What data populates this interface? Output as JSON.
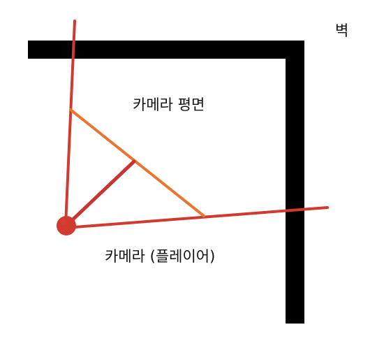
{
  "labels": {
    "wall": "벽",
    "camera_plane": "카메라 평면",
    "camera_player": "카메라 (플레이어)"
  },
  "colors": {
    "background": "#ffffff",
    "wall": "#000000",
    "view_ray": "#d13b2f",
    "camera_plane": "#e8762f",
    "perpendicular": "#c83430",
    "camera": "#d13b2f",
    "text": "#111111"
  }
}
